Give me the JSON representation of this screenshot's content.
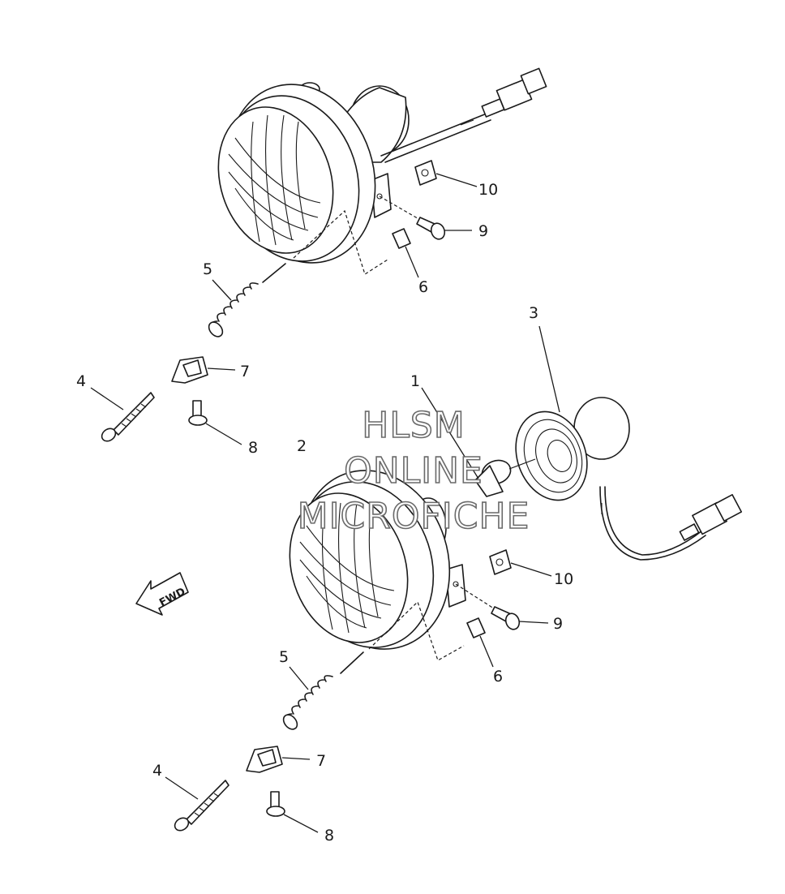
{
  "diagram": {
    "callouts_upper": [
      "10",
      "9",
      "6",
      "5",
      "7",
      "4",
      "8"
    ],
    "callouts_lower": [
      "3",
      "1",
      "2",
      "10",
      "9",
      "6",
      "5",
      "7",
      "4",
      "8"
    ],
    "fwd_label": "FWD"
  },
  "watermark": {
    "lines": [
      "HLSM",
      "ONLINE",
      "MICROFICHE"
    ]
  }
}
